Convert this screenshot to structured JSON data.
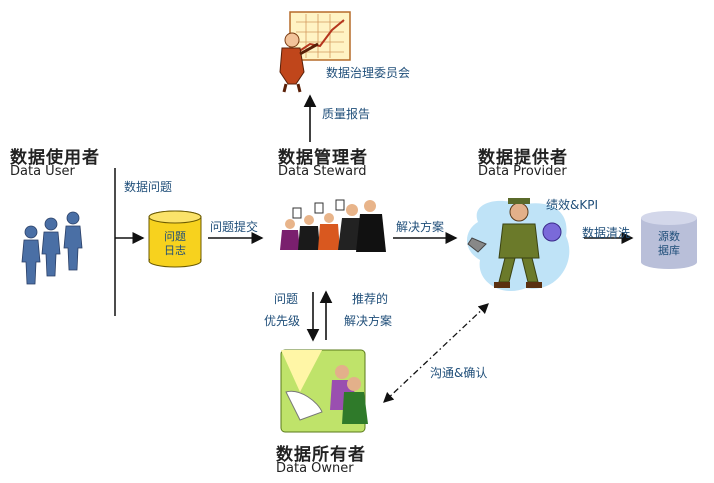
{
  "committee": {
    "label": "数据治理委员会"
  },
  "links": {
    "quality_report": "质量报告",
    "data_issue": "数据问题",
    "issue_submit": "问题提交",
    "solution": "解决方案",
    "perf_kpi": "绩效&KPI",
    "data_cleaning": "数据清洗",
    "issue_priority_1": "问题",
    "issue_priority_2": "优先级",
    "recommended_1": "推荐的",
    "recommended_2": "解决方案",
    "communicate": "沟通&确认"
  },
  "roles": {
    "user": {
      "title": "数据使用者",
      "subtitle": "Data User"
    },
    "steward": {
      "title": "数据管理者",
      "subtitle": "Data Steward"
    },
    "provider": {
      "title": "数据提供者",
      "subtitle": "Data Provider"
    },
    "owner": {
      "title": "数据所有者",
      "subtitle": "Data Owner"
    }
  },
  "stores": {
    "issue_log_1": "问题",
    "issue_log_2": "日志",
    "source_db_1": "源数",
    "source_db_2": "据库"
  },
  "colors": {
    "line": "#111111",
    "label": "#1f4e79",
    "db": "#b9bfd9",
    "log": "#f7d21e"
  }
}
